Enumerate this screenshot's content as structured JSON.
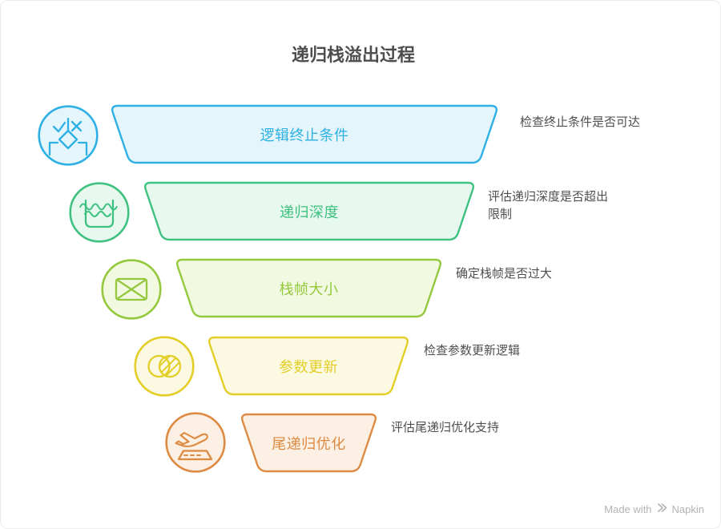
{
  "title": "递归栈溢出过程",
  "title_color": "#4D4D4D",
  "annotation_color": "#4F4F4F",
  "watermark": {
    "prefix": "Made with",
    "brand": "Napkin",
    "logo": "napkin-logo-icon",
    "color": "#B3B3B3"
  },
  "rows": [
    {
      "label": "逻辑终止条件",
      "annotation": "检查终止条件是否可达",
      "icon": "decision-branch-icon",
      "stroke": "#2EB0E4",
      "fill": "#E4F6FC"
    },
    {
      "label": "递归深度",
      "annotation": "评估递归深度是否超出\n限制",
      "icon": "water-depth-icon",
      "stroke": "#3FC180",
      "fill": "#E7F8EF"
    },
    {
      "label": "栈帧大小",
      "annotation": "确定栈帧是否过大",
      "icon": "envelope-size-icon",
      "stroke": "#94C83D",
      "fill": "#F2F9E1"
    },
    {
      "label": "参数更新",
      "annotation": "检查参数更新逻辑",
      "icon": "venn-overlap-icon",
      "stroke": "#E2CE27",
      "fill": "#FCF9E2"
    },
    {
      "label": "尾递归优化",
      "annotation": "评估尾递归优化支持",
      "icon": "plane-takeoff-icon",
      "stroke": "#DD8B42",
      "fill": "#FCEFE3"
    }
  ]
}
